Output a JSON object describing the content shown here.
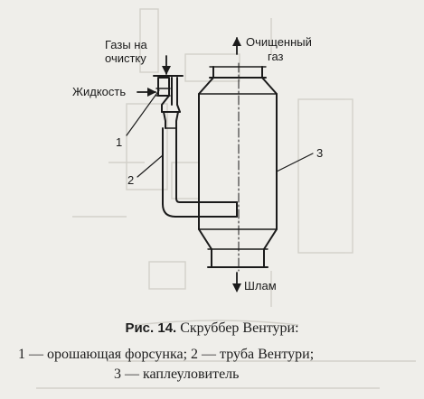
{
  "diagram": {
    "labels": {
      "gas_in_line1": "Газы на",
      "gas_in_line2": "очистку",
      "liquid": "Жидкость",
      "clean_gas_line1": "Очищенный",
      "clean_gas_line2": "газ",
      "sludge": "Шлам"
    },
    "callouts": [
      "1",
      "2",
      "3"
    ]
  },
  "caption": {
    "figure_label": "Рис. 14.",
    "figure_title": " Скруббер Вентури:",
    "legend": [
      "1 — орошающая форсунка; 2 — труба Вентури;",
      "3 — каплеуловитель"
    ]
  }
}
